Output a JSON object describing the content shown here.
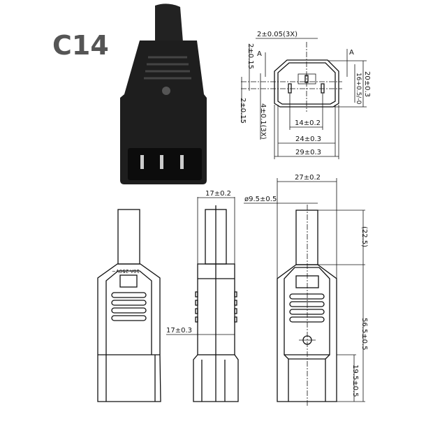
{
  "title": "C14",
  "photo": {
    "description_icon": "c14-connector-photo"
  },
  "front_profile": {
    "dims": {
      "pin_width": "2±0.05(3X)",
      "section_left": "A",
      "section_right": "A",
      "offset_top": "2±0.15",
      "offset_bottom": "2±0.15",
      "pin_length": "4±0.1(3X)",
      "inner_height": "16+0.5/-0",
      "outer_height": "20±0.3",
      "pin_spacing": "14±0.2",
      "inner_width": "24±0.3",
      "outer_width": "29±0.3"
    }
  },
  "views": {
    "left": {
      "rating_label": "10A 250V~"
    },
    "side": {
      "top_width": "17±0.2",
      "body_width": "17±0.3"
    },
    "front": {
      "body_width": "27±0.2",
      "cable_diameter": "ø9.5±0.5",
      "cable_length": "(22.5)",
      "total_length": "56.5±0.5",
      "plug_length": "19.5±0.5"
    }
  }
}
